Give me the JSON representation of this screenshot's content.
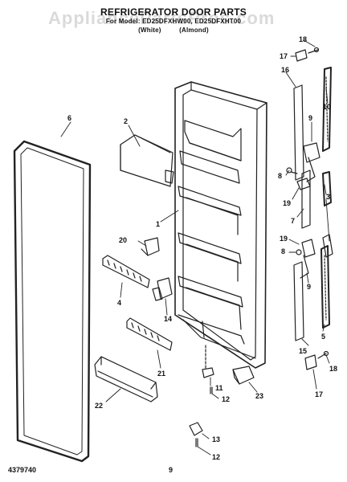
{
  "header": {
    "title": "REFRIGERATOR DOOR PARTS",
    "subtitle": "For Model: ED25DFXHW00, ED25DFXHT00",
    "colors": [
      "(White)",
      "(Almond)"
    ]
  },
  "watermark": "AppliancePartsPros.com",
  "footer": {
    "part_number": "4379740",
    "page": "9"
  },
  "callouts": {
    "c6": "6",
    "c2": "2",
    "c1": "1",
    "c20": "20",
    "c4": "4",
    "c14": "14",
    "c21": "21",
    "c22": "22",
    "c11": "11",
    "c12a": "12",
    "c13": "13",
    "c12b": "12",
    "c23": "23",
    "c18a": "18",
    "c17a": "17",
    "c16": "16",
    "c10": "10",
    "c9a": "9",
    "c8a": "8",
    "c19a": "19",
    "c7": "7",
    "c3": "3",
    "c19b": "19",
    "c8b": "8",
    "c9b": "9",
    "c5": "5",
    "c15": "15",
    "c18b": "18",
    "c17b": "17"
  }
}
